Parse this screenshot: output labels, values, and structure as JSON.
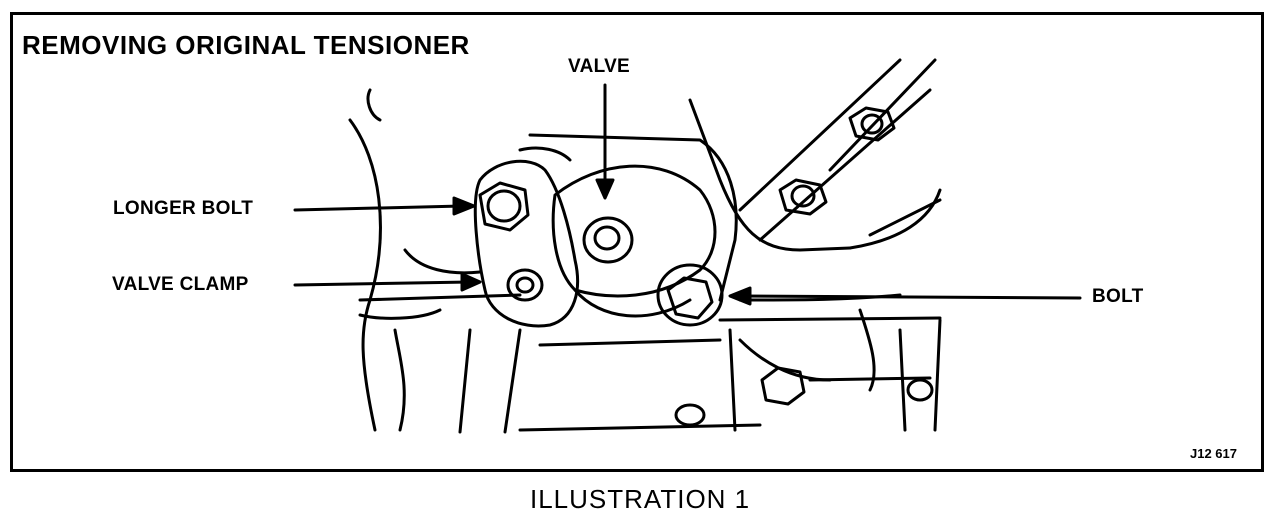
{
  "figure": {
    "title": "REMOVING ORIGINAL TENSIONER",
    "caption": "ILLUSTRATION 1",
    "reference_code": "J12 617",
    "labels": {
      "valve": "VALVE",
      "longer_bolt": "LONGER BOLT",
      "valve_clamp": "VALVE CLAMP",
      "bolt": "BOLT"
    }
  }
}
